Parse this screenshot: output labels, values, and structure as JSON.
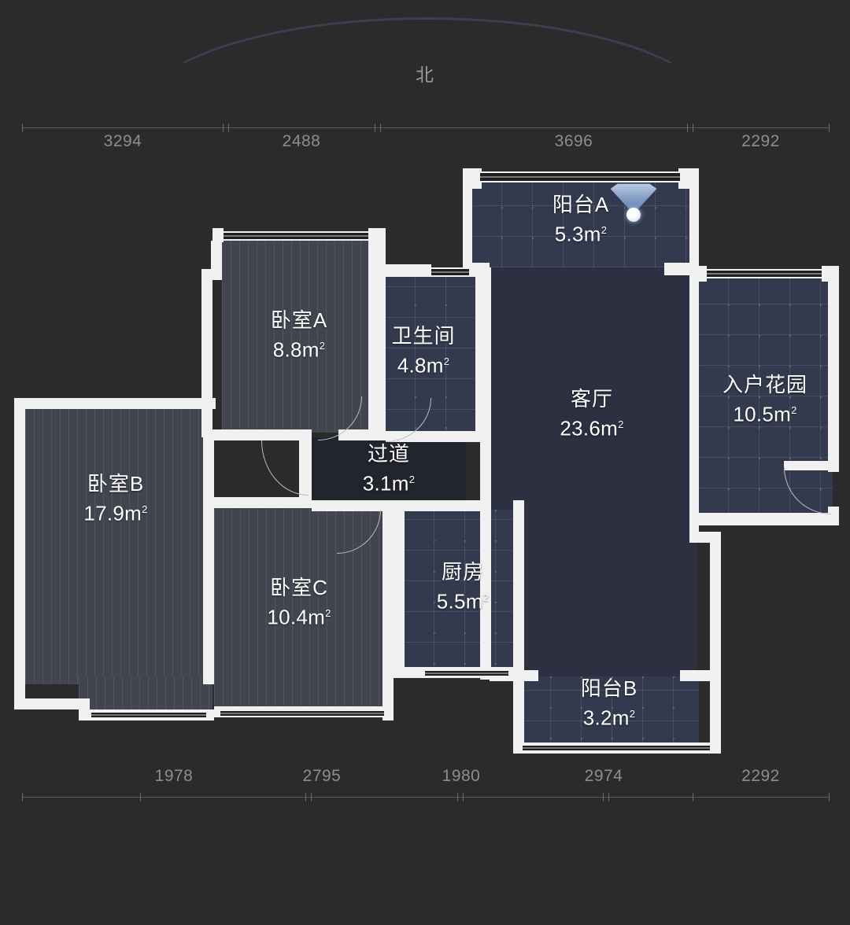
{
  "compass": {
    "label": "北",
    "name": "north-indicator"
  },
  "rulers": {
    "top": {
      "segments": [
        "3294",
        "2488",
        "3696",
        "2292"
      ]
    },
    "bottom": {
      "segments": [
        "1978",
        "2795",
        "1980",
        "2974",
        "2292"
      ]
    }
  },
  "units": {
    "area_suffix": "m",
    "area_exponent": "2"
  },
  "colors": {
    "background": "#2b2b2b",
    "wall": "#f1f1f1",
    "floor_wood": "#41454f",
    "floor_tile": "#333a4e",
    "floor_living": "#2c3040",
    "floor_hall": "#22242e",
    "text": "#ffffff",
    "ruler_text": "#8d8d8d",
    "viewpoint_cone": "#8fa8cf"
  },
  "rooms": [
    {
      "id": "balcony-a",
      "name": "阳台A",
      "area": "5.3",
      "area_label": "5.3m"
    },
    {
      "id": "bedroom-a",
      "name": "卧室A",
      "area": "8.8",
      "area_label": "8.8m"
    },
    {
      "id": "bathroom",
      "name": "卫生间",
      "area": "4.8",
      "area_label": "4.8m"
    },
    {
      "id": "living-room",
      "name": "客厅",
      "area": "23.6",
      "area_label": "23.6m"
    },
    {
      "id": "entry-garden",
      "name": "入户花园",
      "area": "10.5",
      "area_label": "10.5m"
    },
    {
      "id": "bedroom-b",
      "name": "卧室B",
      "area": "17.9",
      "area_label": "17.9m"
    },
    {
      "id": "hallway",
      "name": "过道",
      "area": "3.1",
      "area_label": "3.1m"
    },
    {
      "id": "bedroom-c",
      "name": "卧室C",
      "area": "10.4",
      "area_label": "10.4m"
    },
    {
      "id": "kitchen",
      "name": "厨房",
      "area": "5.5",
      "area_label": "5.5m"
    },
    {
      "id": "balcony-b",
      "name": "阳台B",
      "area": "3.2",
      "area_label": "3.2m"
    }
  ],
  "icons": {
    "viewpoint": "viewpoint-cone-icon"
  }
}
